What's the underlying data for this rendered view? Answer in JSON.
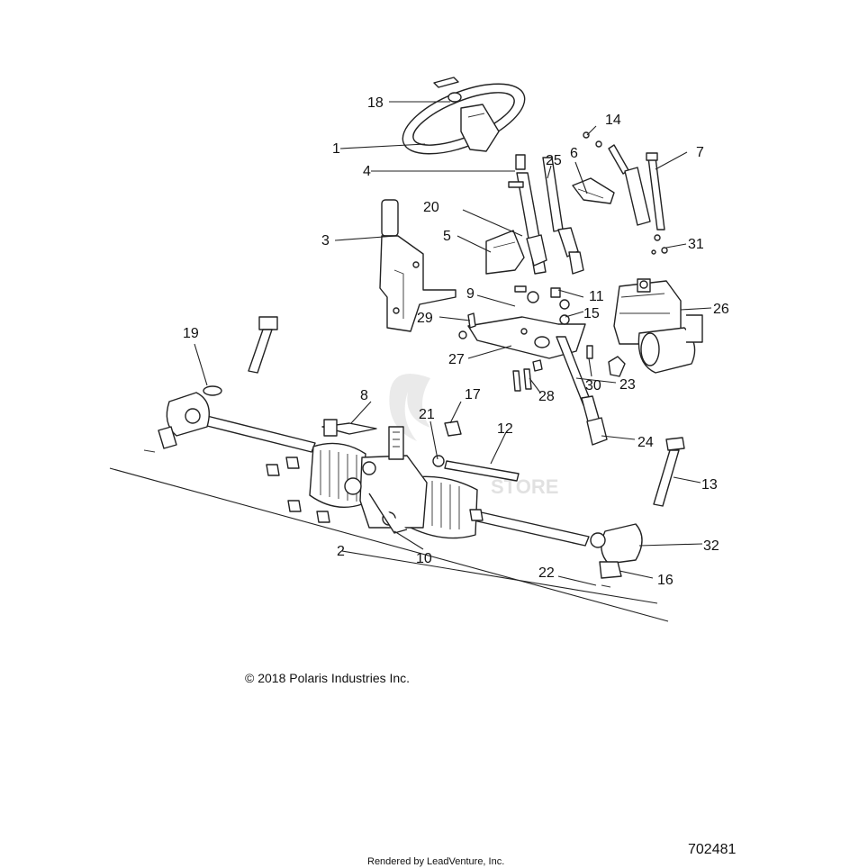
{
  "callouts": [
    {
      "n": "1"
    },
    {
      "n": "2"
    },
    {
      "n": "3"
    },
    {
      "n": "4"
    },
    {
      "n": "5"
    },
    {
      "n": "6"
    },
    {
      "n": "7"
    },
    {
      "n": "8"
    },
    {
      "n": "9"
    },
    {
      "n": "10"
    },
    {
      "n": "11"
    },
    {
      "n": "12"
    },
    {
      "n": "13"
    },
    {
      "n": "14"
    },
    {
      "n": "15"
    },
    {
      "n": "16"
    },
    {
      "n": "17"
    },
    {
      "n": "18"
    },
    {
      "n": "19"
    },
    {
      "n": "20"
    },
    {
      "n": "21"
    },
    {
      "n": "22"
    },
    {
      "n": "23"
    },
    {
      "n": "24"
    },
    {
      "n": "25"
    },
    {
      "n": "26"
    },
    {
      "n": "27"
    },
    {
      "n": "28"
    },
    {
      "n": "29"
    },
    {
      "n": "30"
    },
    {
      "n": "31"
    },
    {
      "n": "32"
    }
  ],
  "copyright": "© 2018 Polaris Industries Inc.",
  "rendered_by": "Rendered by LeadVenture, Inc.",
  "diagram_number": "702481",
  "watermark": "STORE"
}
